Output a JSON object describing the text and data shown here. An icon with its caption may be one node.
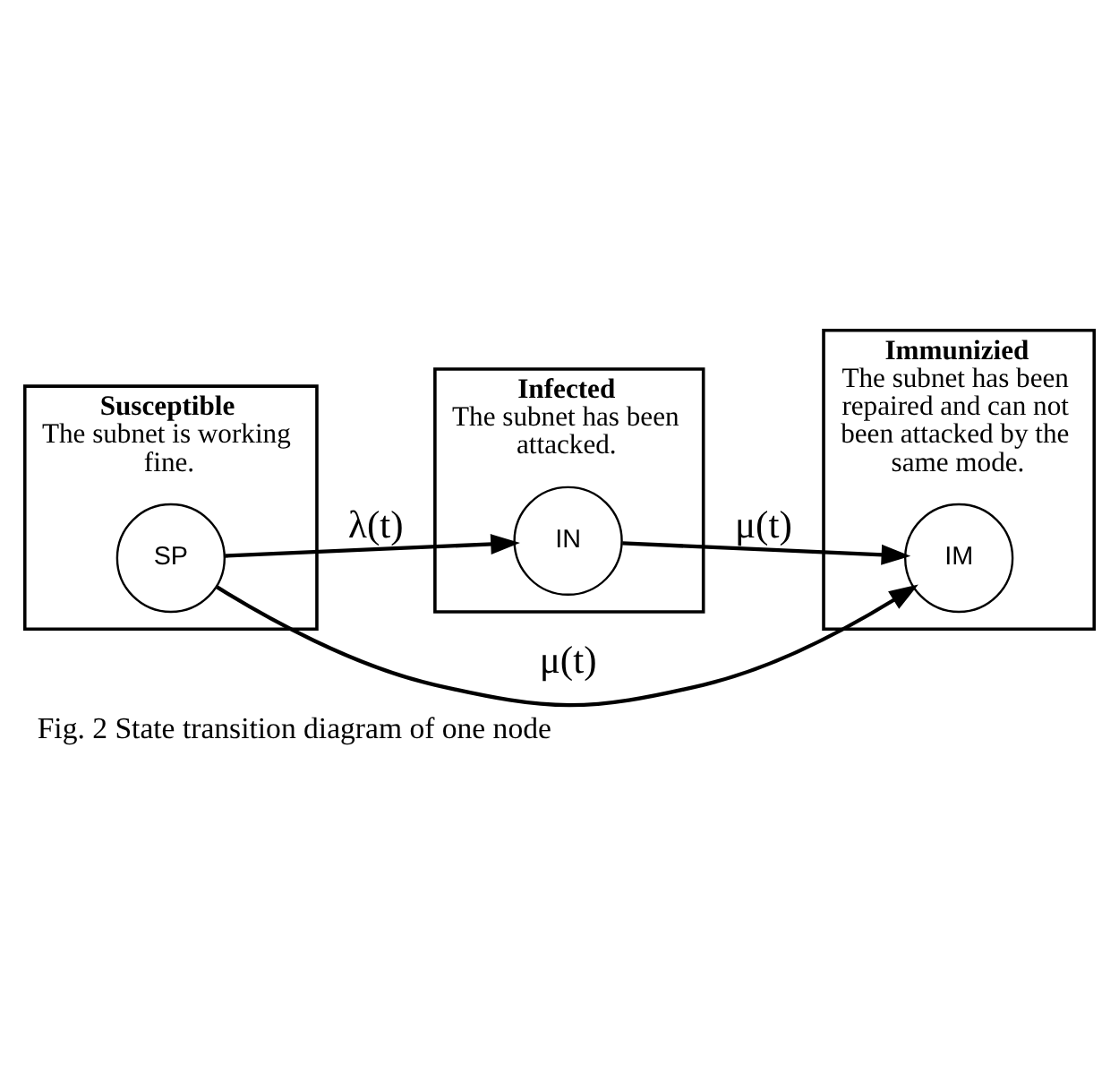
{
  "diagram": {
    "caption": "Fig. 2 State transition diagram of one node",
    "nodes": [
      {
        "text": [
          "Susceptible",
          "The subnet is working fine."
        ]
      },
      {
        "text": [
          "SP"
        ],
        "in": 0
      },
      {
        "text": [
          "Infected",
          "The subnet has been attacked."
        ]
      },
      {
        "text": [
          "IN"
        ],
        "in": 2
      },
      {
        "text": [
          "Immunizied",
          "The subnet has been repaired and can not been attacked by the same mode."
        ]
      },
      {
        "text": [
          "IM"
        ],
        "in": 4
      }
    ],
    "edges": [
      {
        "from": 1,
        "to": 3,
        "arrow": "to",
        "label": "λ(t)"
      },
      {
        "from": 3,
        "to": 5,
        "arrow": "to",
        "label": "μ(t)"
      },
      {
        "from": 1,
        "to": 5,
        "arrow": "to",
        "label": "μ(t)"
      }
    ]
  }
}
